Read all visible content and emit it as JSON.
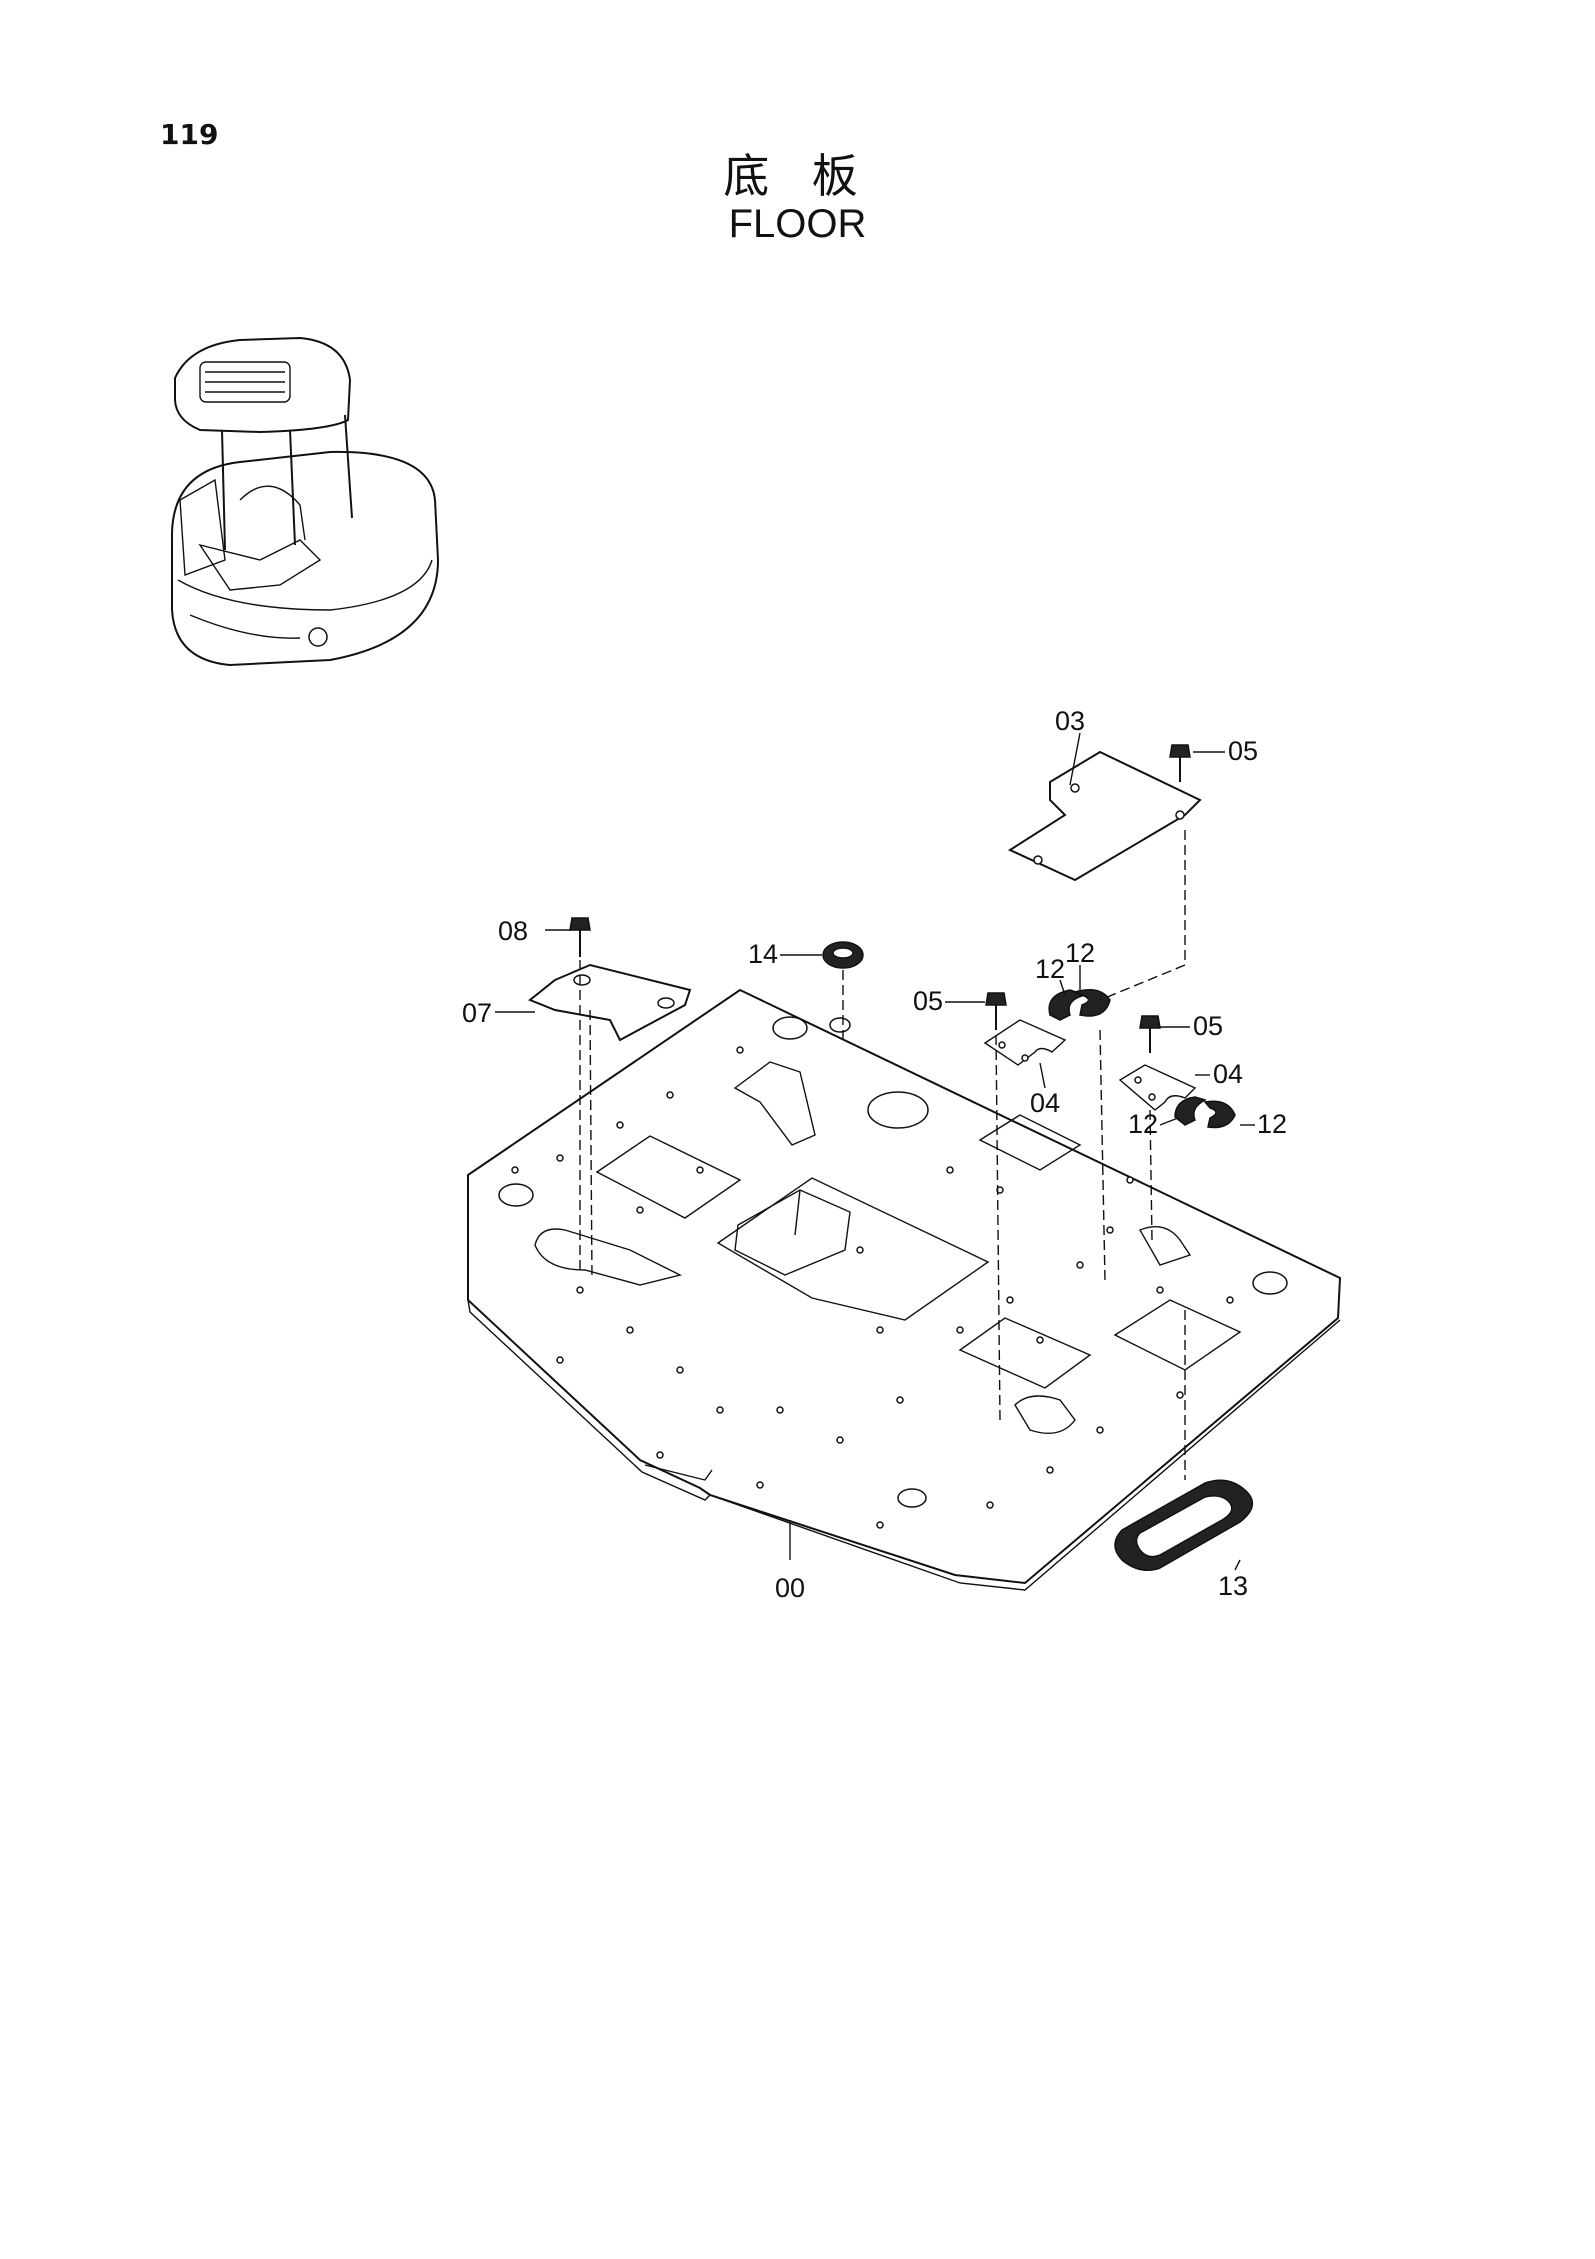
{
  "page": {
    "number": "119",
    "title_cn": "底 板",
    "title_en": "FLOOR"
  },
  "callouts": {
    "c00": "00",
    "c03": "03",
    "c04a": "04",
    "c04b": "04",
    "c05a": "05",
    "c05b": "05",
    "c05c": "05",
    "c07": "07",
    "c08": "08",
    "c12a": "12",
    "c12b": "12",
    "c12c": "12",
    "c12d": "12",
    "c13": "13",
    "c14": "14"
  }
}
